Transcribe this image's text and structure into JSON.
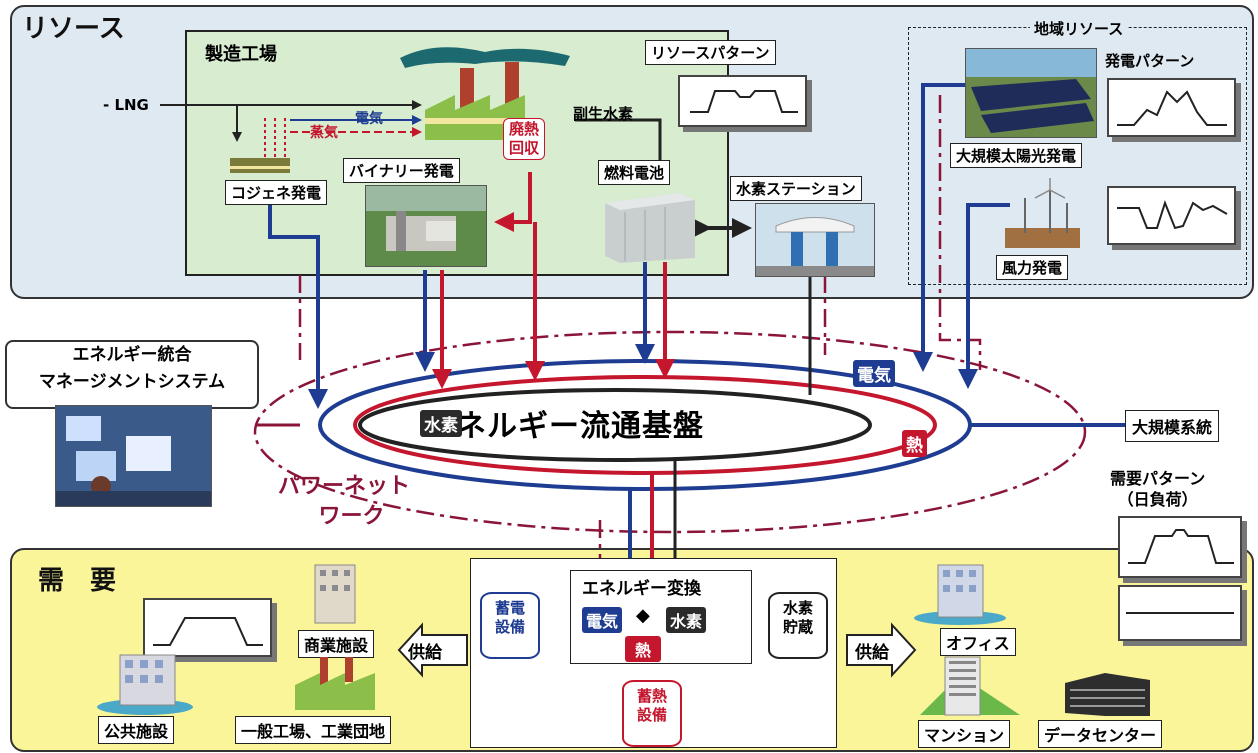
{
  "sections": {
    "resources": "リソース",
    "regional": "地域リソース",
    "demand": "需　要",
    "factory": "製造工場"
  },
  "resources": {
    "lng": "- LNG",
    "electricity_small": "電気",
    "steam": "蒸気",
    "cogeneration": "コジェネ発電",
    "binary": "バイナリー発電",
    "waste_heat": "廃熱\n回収",
    "byproduct_h2": "副生水素",
    "fuel_cell": "燃料電池",
    "resource_pattern": "リソースパターン",
    "h2_station": "水素ステーション"
  },
  "regional": {
    "gen_pattern": "発電パターン",
    "solar": "大規模太陽光発電",
    "wind": "風力発電"
  },
  "network": {
    "ems_line1": "エネルギー統合",
    "ems_line2": "マネージメントシステム",
    "core": "エネルギー流通基盤",
    "hydrogen": "水素",
    "electricity": "電気",
    "heat": "熱",
    "power_network_line1": "パワーネット",
    "power_network_line2": "ワーク",
    "grid": "大規模系統",
    "demand_pattern_line1": "需要パターン",
    "demand_pattern_line2": "（日負荷）"
  },
  "demand": {
    "commercial": "商業施設",
    "public": "公共施設",
    "factory_zone": "一般工場、工業団地",
    "supply_left": "供給",
    "supply_right": "供給",
    "conversion": "エネルギー変換",
    "conv_electricity": "電気",
    "conv_hydrogen": "水素",
    "conv_heat": "熱",
    "battery": "蓄電\n設備",
    "h2_storage": "水素\n貯蔵",
    "heat_storage": "蓄熱\n設備",
    "office": "オフィス",
    "mansion": "マンション",
    "datacenter": "データセンター"
  },
  "colors": {
    "electricity": "#1e3c91",
    "heat": "#c4172e",
    "hydrogen": "#2b2b2b",
    "network": "#8a1538"
  }
}
